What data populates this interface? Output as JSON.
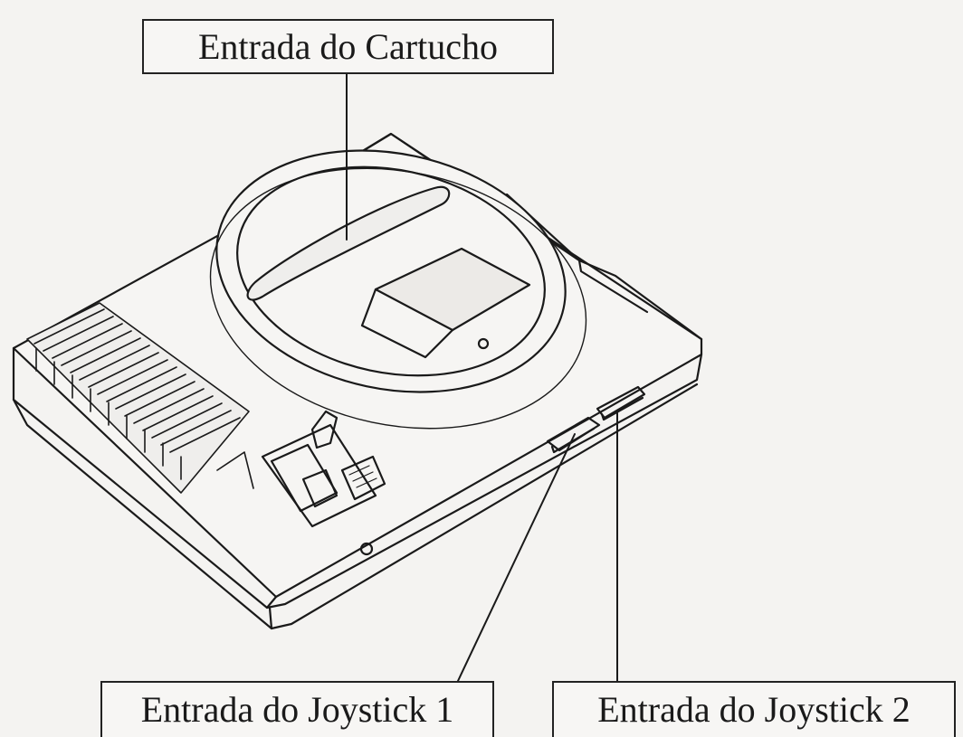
{
  "labels": {
    "cartridge": "Entrada do Cartucho",
    "joystick1": "Entrada do Joystick 1",
    "joystick2": "Entrada do Joystick 2"
  },
  "colors": {
    "background": "#f4f3f1",
    "ink": "#1a1a1a"
  }
}
